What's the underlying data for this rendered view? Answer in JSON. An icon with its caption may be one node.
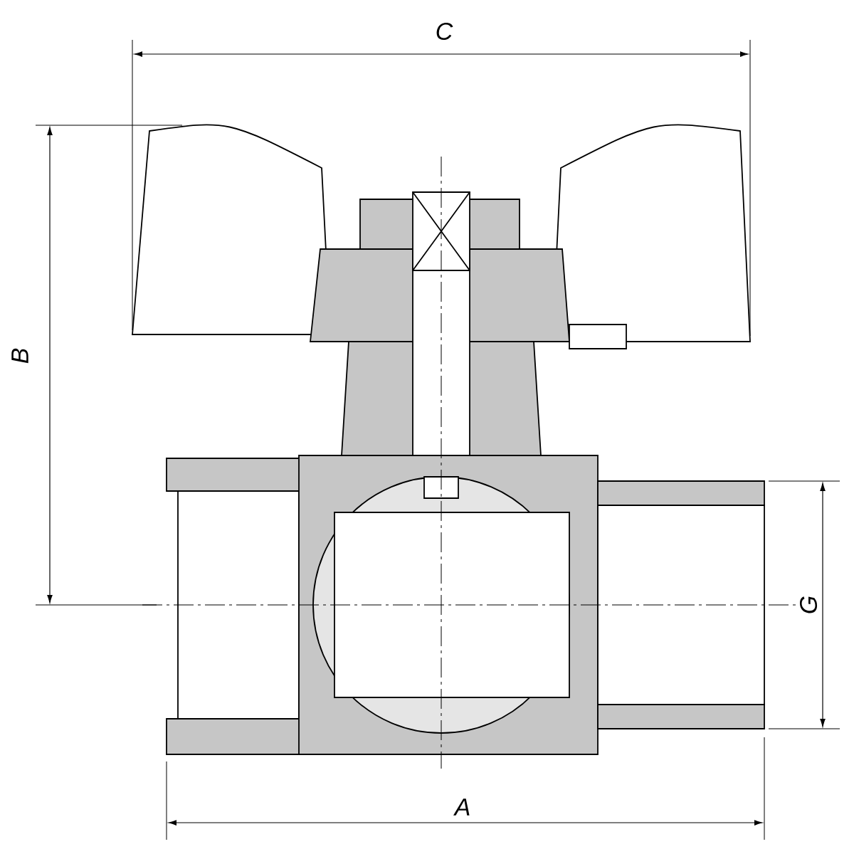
{
  "diagram": {
    "labels": [
      "C",
      "B",
      "G",
      "A"
    ]
  }
}
